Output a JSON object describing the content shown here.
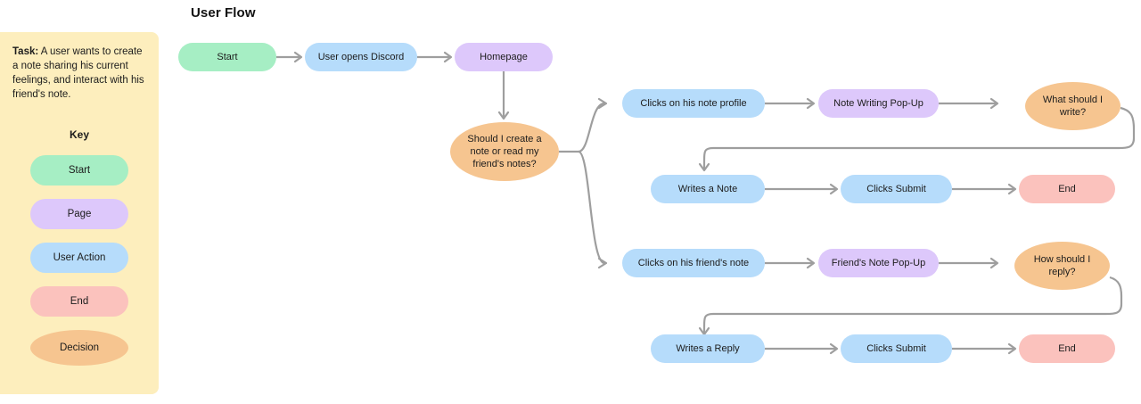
{
  "title": "User Flow",
  "sidebar": {
    "task_label": "Task:",
    "task_body": " A user wants to create a note sharing his current feelings, and interact with his friend's note.",
    "key_heading": "Key",
    "key_items": [
      {
        "label": "Start",
        "shape": "rounded",
        "color": "#a6eec4"
      },
      {
        "label": "Page",
        "shape": "rounded",
        "color": "#ddc8fb"
      },
      {
        "label": "User Action",
        "shape": "rounded",
        "color": "#b6dcfb"
      },
      {
        "label": "End",
        "shape": "rounded",
        "color": "#fbc2bd"
      },
      {
        "label": "Decision",
        "shape": "ellipse",
        "color": "#f6c590"
      }
    ]
  },
  "chart_data": {
    "type": "diagram",
    "diagram_kind": "flowchart",
    "title": "User Flow",
    "palette": {
      "start": "#a6eec4",
      "page": "#ddc8fb",
      "user_action": "#b6dcfb",
      "end": "#fbc2bd",
      "decision": "#f6c590",
      "connector": "#9e9e9e",
      "sidebar_background": "#fdeebd",
      "canvas_background": "#ffffff"
    },
    "nodes": [
      {
        "id": "start",
        "label": "Start",
        "type": "start",
        "shape": "rounded"
      },
      {
        "id": "opens_discord",
        "label": "User opens Discord",
        "type": "user_action",
        "shape": "rounded"
      },
      {
        "id": "homepage",
        "label": "Homepage",
        "type": "page",
        "shape": "rounded"
      },
      {
        "id": "decision_main",
        "label": "Should I create a note or read my friend's notes?",
        "type": "decision",
        "shape": "ellipse"
      },
      {
        "id": "click_own_note",
        "label": "Clicks on his note profile",
        "type": "user_action",
        "shape": "rounded"
      },
      {
        "id": "note_popup",
        "label": "Note Writing Pop-Up",
        "type": "page",
        "shape": "rounded"
      },
      {
        "id": "what_write",
        "label": "What should I write?",
        "type": "decision",
        "shape": "ellipse"
      },
      {
        "id": "writes_note",
        "label": "Writes a Note",
        "type": "user_action",
        "shape": "rounded"
      },
      {
        "id": "submit_note",
        "label": "Clicks Submit",
        "type": "user_action",
        "shape": "rounded"
      },
      {
        "id": "end_note",
        "label": "End",
        "type": "end",
        "shape": "rounded"
      },
      {
        "id": "click_friend",
        "label": "Clicks on his friend's note",
        "type": "user_action",
        "shape": "rounded"
      },
      {
        "id": "friend_popup",
        "label": "Friend's Note Pop-Up",
        "type": "page",
        "shape": "rounded"
      },
      {
        "id": "how_reply",
        "label": "How should I reply?",
        "type": "decision",
        "shape": "ellipse"
      },
      {
        "id": "writes_reply",
        "label": "Writes a Reply",
        "type": "user_action",
        "shape": "rounded"
      },
      {
        "id": "submit_reply",
        "label": "Clicks Submit",
        "type": "user_action",
        "shape": "rounded"
      },
      {
        "id": "end_reply",
        "label": "End",
        "type": "end",
        "shape": "rounded"
      }
    ],
    "edges": [
      {
        "from": "start",
        "to": "opens_discord"
      },
      {
        "from": "opens_discord",
        "to": "homepage"
      },
      {
        "from": "homepage",
        "to": "decision_main"
      },
      {
        "from": "decision_main",
        "to": "click_own_note"
      },
      {
        "from": "decision_main",
        "to": "click_friend"
      },
      {
        "from": "click_own_note",
        "to": "note_popup"
      },
      {
        "from": "note_popup",
        "to": "what_write"
      },
      {
        "from": "what_write",
        "to": "writes_note"
      },
      {
        "from": "writes_note",
        "to": "submit_note"
      },
      {
        "from": "submit_note",
        "to": "end_note"
      },
      {
        "from": "click_friend",
        "to": "friend_popup"
      },
      {
        "from": "friend_popup",
        "to": "how_reply"
      },
      {
        "from": "how_reply",
        "to": "writes_reply"
      },
      {
        "from": "writes_reply",
        "to": "submit_reply"
      },
      {
        "from": "submit_reply",
        "to": "end_reply"
      }
    ]
  },
  "nodes": {
    "start": "Start",
    "opens_discord": "User opens Discord",
    "homepage": "Homepage",
    "decision_main": "Should I create a note or read my friend's notes?",
    "click_own_note": "Clicks on his note profile",
    "note_popup": "Note Writing Pop-Up",
    "what_write": "What should I write?",
    "writes_note": "Writes a Note",
    "submit_note": "Clicks Submit",
    "end_note": "End",
    "click_friend": "Clicks on his friend's note",
    "friend_popup": "Friend's Note Pop-Up",
    "how_reply": "How should I reply?",
    "writes_reply": "Writes a Reply",
    "submit_reply": "Clicks Submit",
    "end_reply": "End"
  }
}
